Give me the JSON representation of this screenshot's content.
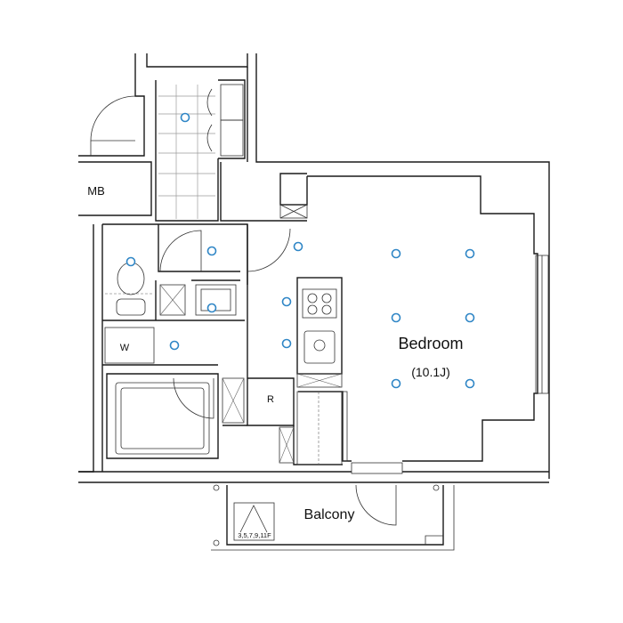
{
  "rooms": {
    "bedroom_name": "Bedroom",
    "bedroom_size": "(10.1J)",
    "balcony": "Balcony",
    "mb": "MB",
    "w": "W",
    "r": "R",
    "hatch": "3,5,7,9,11F"
  },
  "colors": {
    "wall": "#1a1a1a",
    "light": "#2f86c6"
  },
  "icons": [
    "ceiling-light-icon",
    "toilet-icon",
    "stove-icon",
    "sink-icon",
    "bathtub-icon",
    "evacuation-hatch-icon"
  ]
}
